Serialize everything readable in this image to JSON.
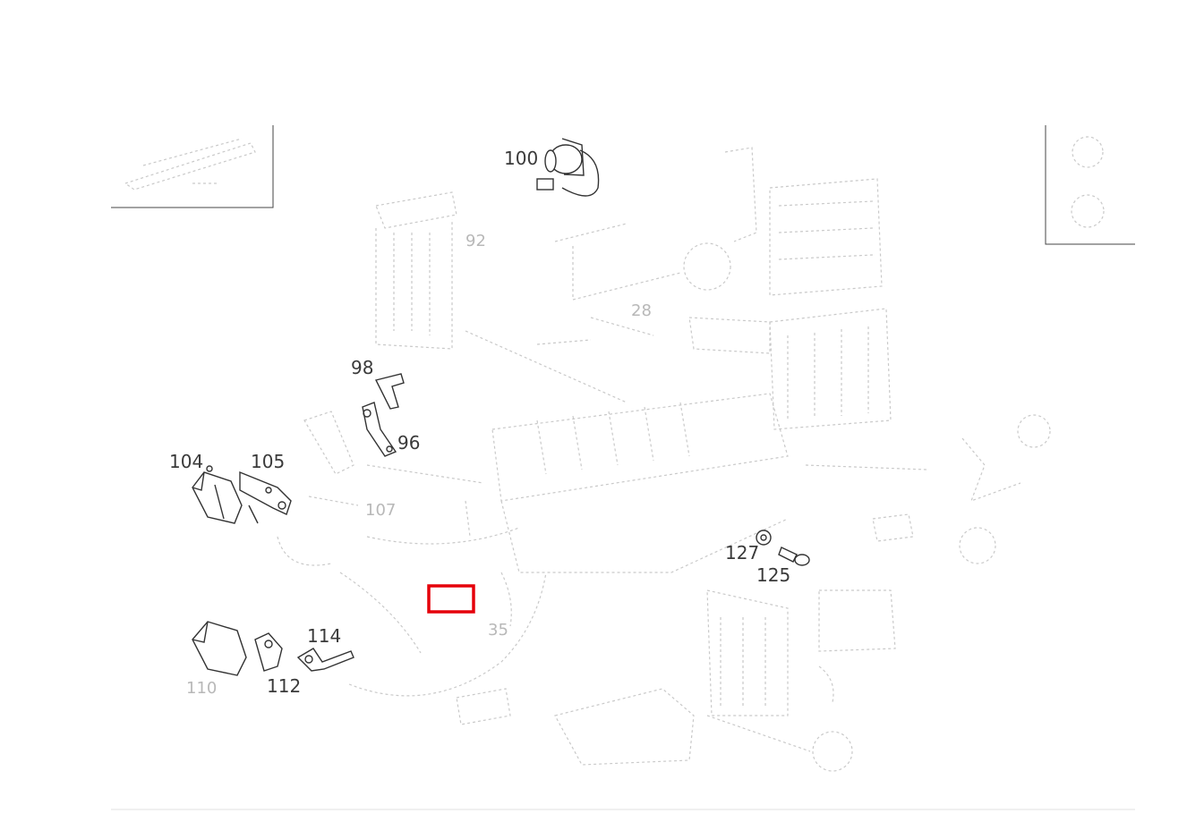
{
  "labels": {
    "p100": "100",
    "p98": "98",
    "p96": "96",
    "p104": "104",
    "p105": "105",
    "p107": "107",
    "p114": "114",
    "p112": "112",
    "p127": "127",
    "p125": "125",
    "p92": "92",
    "p110": "110",
    "p28": "28",
    "p35": "35"
  },
  "colors": {
    "highlight": "#e5000a",
    "line": "#333333",
    "faint": "#c9c9c9"
  }
}
